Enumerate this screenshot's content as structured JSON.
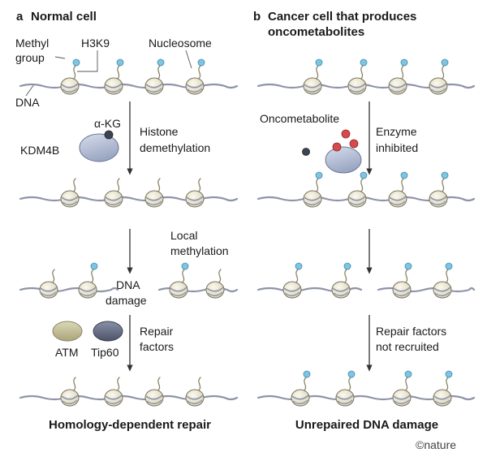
{
  "panel_a": {
    "letter": "a",
    "title": "Normal cell",
    "labels": {
      "methyl_1": "Methyl",
      "methyl_2": "group",
      "h3k9": "H3K9",
      "nucleosome": "Nucleosome",
      "dna": "DNA",
      "akg": "α-KG",
      "kdm4b": "KDM4B",
      "histone_1": "Histone",
      "histone_2": "demethylation",
      "local_1": "Local",
      "local_2": "methylation",
      "damage_1": "DNA",
      "damage_2": "damage",
      "repair_1": "Repair",
      "repair_2": "factors",
      "atm": "ATM",
      "tip60": "Tip60"
    },
    "result": "Homology-dependent repair"
  },
  "panel_b": {
    "letter": "b",
    "title_1": "Cancer cell that produces",
    "title_2": "oncometabolites",
    "labels": {
      "oncometabolite": "Oncometabolite",
      "enzyme_1": "Enzyme",
      "enzyme_2": "inhibited",
      "repair_1": "Repair factors",
      "repair_2": "not recruited"
    },
    "result": "Unrepaired DNA damage"
  },
  "credit": "©nature",
  "colors": {
    "dna": "#8e94a8",
    "nucleosome": "#ece8d4",
    "nucleosome_stroke": "#77705a",
    "methyl": "#7fc4e0",
    "enzyme": "#b9c4dc",
    "akg": "#3b4354",
    "oncometabolite": "#d9484c",
    "atm": "#c9c49f",
    "tip60": "#626a80"
  }
}
